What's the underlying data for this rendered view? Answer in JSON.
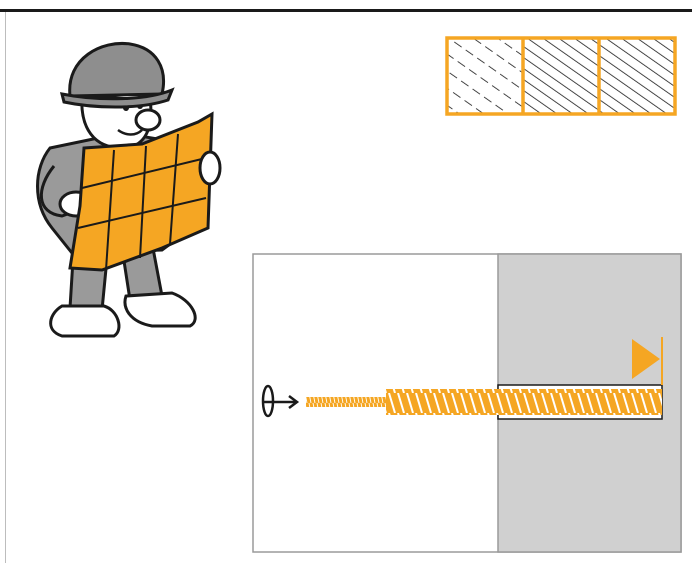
{
  "colors": {
    "accent": "#f5a623",
    "accent_dark": "#e38f0a",
    "ink": "#1a1a1a",
    "concrete": "#d0d0d0",
    "frame": "#9a9a9a"
  },
  "icons": {
    "worker": "worker-reading-plan-icon",
    "materials": "material-hatch-swatches-icon",
    "rotation": "rotation-direction-icon",
    "depth": "embedment-depth-marker-icon"
  },
  "materials": [
    "hollow-brick",
    "concrete",
    "solid-brick"
  ],
  "diagram": {
    "step": "screw-anchor-installation",
    "screw": "threaded-screw-anchor",
    "base_material": "concrete"
  }
}
